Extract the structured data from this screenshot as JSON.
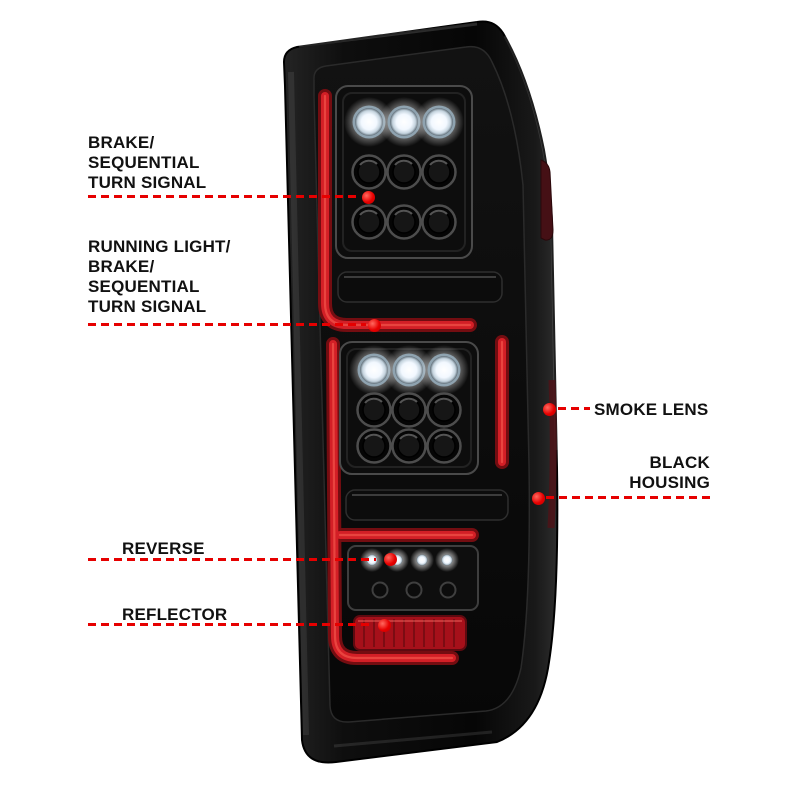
{
  "colors": {
    "background": "#ffffff",
    "callout_red": "#e60000",
    "housing_black": "#0a0a0a",
    "light_bar_red": "#d31f26",
    "reflector_red": "#a6101a",
    "led_lit_white": "#ffffff"
  },
  "callouts": [
    {
      "id": "brake-sequential-turn-signal",
      "side": "left",
      "label": "BRAKE/\nSEQUENTIAL\nTURN SIGNAL"
    },
    {
      "id": "running-light-brake-sequential-turn-signal",
      "side": "left",
      "label": "RUNNING LIGHT/\nBRAKE/\nSEQUENTIAL\nTURN SIGNAL"
    },
    {
      "id": "smoke-lens",
      "side": "right",
      "label": "SMOKE LENS"
    },
    {
      "id": "black-housing",
      "side": "right",
      "label": "BLACK\nHOUSING"
    },
    {
      "id": "reverse",
      "side": "left",
      "label": "REVERSE"
    },
    {
      "id": "reflector",
      "side": "left",
      "label": "REFLECTOR"
    }
  ]
}
